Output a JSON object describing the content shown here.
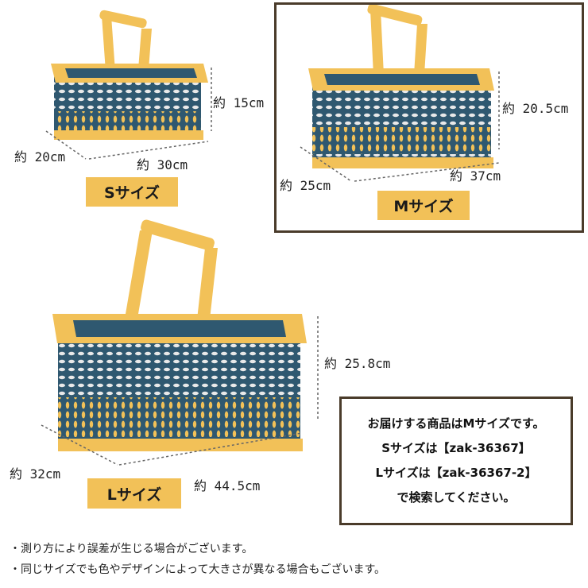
{
  "colors": {
    "basket_blue": "#2f5870",
    "basket_yellow": "#f2c158",
    "frame": "#4a3b2a"
  },
  "small": {
    "height": "約 15cm",
    "depth": "約 20cm",
    "width": "約 30cm",
    "label": "Sサイズ"
  },
  "medium": {
    "height": "約 20.5cm",
    "depth": "約 25cm",
    "width": "約 37cm",
    "label": "Mサイズ"
  },
  "large": {
    "height": "約 25.8cm",
    "depth": "約 32cm",
    "width": "約 44.5cm",
    "label": "Lサイズ"
  },
  "info": {
    "line1": "お届けする商品はMサイズです。",
    "line2": "Sサイズは【zak-36367】",
    "line3": "Lサイズは【zak-36367-2】",
    "line4": "で検索してください。"
  },
  "notes": [
    "・測り方により誤差が生じる場合がございます。",
    "・同じサイズでも色やデザインによって大きさが異なる場合もございます。"
  ]
}
